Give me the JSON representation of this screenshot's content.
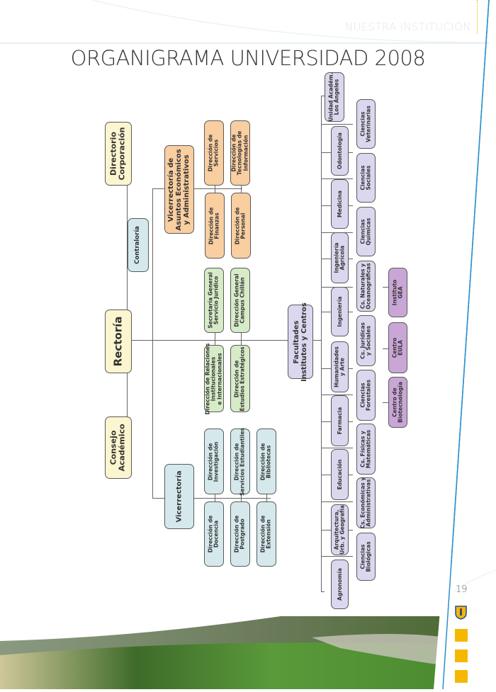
{
  "header": {
    "section": "NUESTRA INSTITUCIÓN",
    "title": "ORGANIGRAMA UNIVERSIDAD 2008"
  },
  "page": {
    "number": "19"
  },
  "colors": {
    "governing": "#fbf6cf",
    "academic": "#d5e9ec",
    "economic": "#f9cea1",
    "rectoria_units": "#d6ebc7",
    "faculties": "#dad7ee",
    "centers": "#c9a6d6",
    "accent_yellow": "#f5b700",
    "accent_blue": "#2a8fd1"
  },
  "org": {
    "directorio": "Directorio\nCorporación",
    "rectoria": "Rectoría",
    "consejo": "Consejo\nAcadémico",
    "contraloria": "Contraloría",
    "vrae": "Vicerrectoría de\nAsuntos Económicos\ny Administrativos",
    "vrae_units": [
      "Dirección de\nServicios",
      "Dirección de\nTecnologías de\nInformación",
      "Dirección de\nFinanzas",
      "Dirección de\nPersonal"
    ],
    "rectoria_units": [
      "Secretaría General\nServicio Jurídico",
      "Dirección General\nCampus Chillán",
      "Dirección de Relaciones\nInstitucionales\ne Internacionales",
      "Dirección de\nEstudios Estratégicos"
    ],
    "vicerrectoria": "Vicerrectoría",
    "vicerrectoria_units": [
      "Dirección de\nInvestigación",
      "Dirección de\nServicios Estudiantiles",
      "Dirección de\nBibliotecas",
      "Dirección de\nDocencia",
      "Dirección de\nPostgrado",
      "Dirección de\nExtensión"
    ],
    "facultades": "Facultades\nInstitutos y Centros",
    "faculties_row1": [
      "Unidad Académ.\nLos Ángeles",
      "Odontología",
      "Medicina",
      "Ingeniería\nAgrícola",
      "Ingeniería",
      "Humanidades\ny Arte",
      "Farmacia",
      "Educación",
      "Arquitectura,\nUrb. y Geografía",
      "Agronomía"
    ],
    "faculties_row2": [
      "Ciencias\nVeterinarias",
      "Ciencias\nSociales",
      "Ciencias\nQuímicas",
      "Cs. Naturales y\nOceanográficas",
      "Cs. Jurídicas\ny Sociales",
      "Ciencias\nForestales",
      "Cs. Físicas y\nMatemáticas",
      "Cs. Económicas y\nAdministrativas",
      "Ciencias\nBiológicas"
    ],
    "centers": [
      "Instituto\nGEA",
      "Centro\nEULA",
      "Centro de\nBiotecnología"
    ]
  }
}
